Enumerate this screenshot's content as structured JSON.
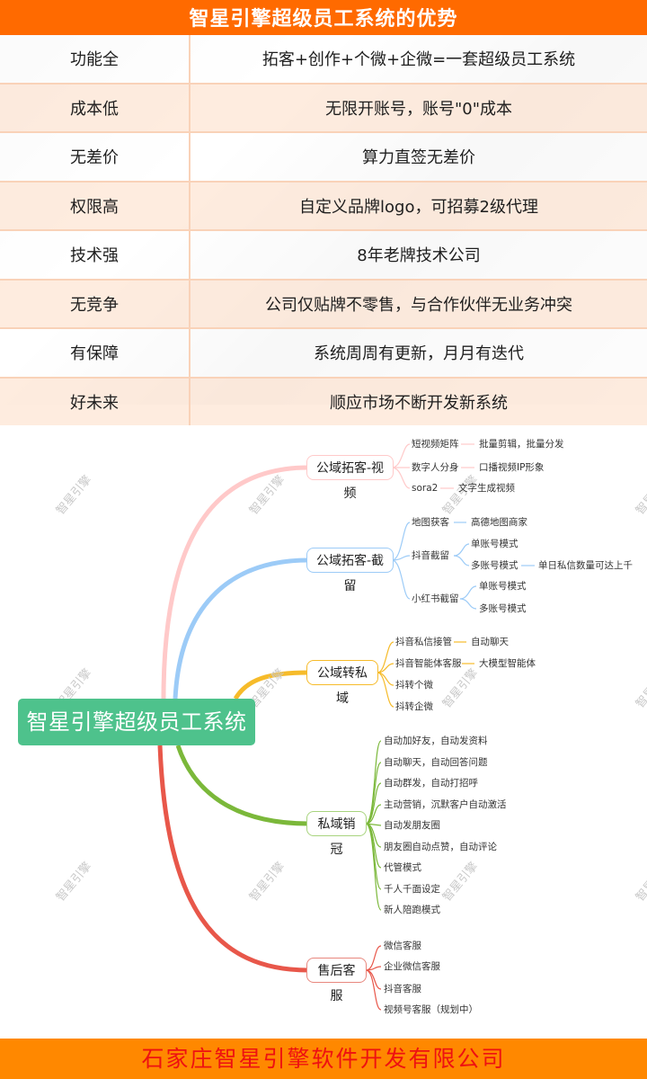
{
  "advantages": {
    "title": "智星引擎超级员工系统的优势",
    "rows": [
      {
        "key": "功能全",
        "value": "拓客+创作+个微+企微=一套超级员工系统"
      },
      {
        "key": "成本低",
        "value": "无限开账号，账号\"0\"成本"
      },
      {
        "key": "无差价",
        "value": "算力直签无差价"
      },
      {
        "key": "权限高",
        "value": "自定义品牌logo，可招募2级代理"
      },
      {
        "key": "技术强",
        "value": "8年老牌技术公司"
      },
      {
        "key": "无竞争",
        "value": "公司仅贴牌不零售，与合作伙伴无业务冲突"
      },
      {
        "key": "有保障",
        "value": "系统周周有更新，月月有迭代"
      },
      {
        "key": "好未来",
        "value": "顺应市场不断开发新系统"
      }
    ],
    "colors": {
      "header": "#ff6a00",
      "border": "#f9d2b8",
      "row_tint": "#fde5d4"
    }
  },
  "mindmap": {
    "root": "智星引擎超级员工系统",
    "watermark": "智星引擎",
    "branches": [
      {
        "label": "公域拓客-视频",
        "color": "#ffc9c9",
        "leaves": [
          "短视频矩阵",
          "批量剪辑，批量分发",
          "数字人分身",
          "口播视频IP形象",
          "sora2",
          "文字生成视频"
        ]
      },
      {
        "label": "公域拓客-截留",
        "color": "#9ccbf7",
        "leaves": [
          "地图获客",
          "高德地图商家",
          "抖音截留",
          "单账号模式",
          "多账号模式",
          "单日私信数量可达上千",
          "小红书截留",
          "单账号模式",
          "多账号模式"
        ]
      },
      {
        "label": "公域转私域",
        "color": "#f6bb2a",
        "leaves": [
          "抖音私信接管",
          "自动聊天",
          "抖音智能体客服",
          "大模型智能体",
          "抖转个微",
          "抖转企微"
        ]
      },
      {
        "label": "私域销冠",
        "color": "#7bb83a",
        "leaves": [
          "自动加好友，自动发资料",
          "自动聊天，自动回答问题",
          "自动群发，自动打招呼",
          "主动营销，沉默客户自动激活",
          "自动发朋友圈",
          "朋友圈自动点赞，自动评论",
          "代管模式",
          "千人千面设定",
          "新人陪跑模式"
        ]
      },
      {
        "label": "售后客服",
        "color": "#e8574a",
        "leaves": [
          "微信客服",
          "企业微信客服",
          "抖音客服",
          "视频号客服（规划中）"
        ]
      }
    ]
  },
  "footer": {
    "company": "石家庄智星引擎软件开发有限公司",
    "bg": "#ff8800",
    "text_color": "#ee1111"
  }
}
